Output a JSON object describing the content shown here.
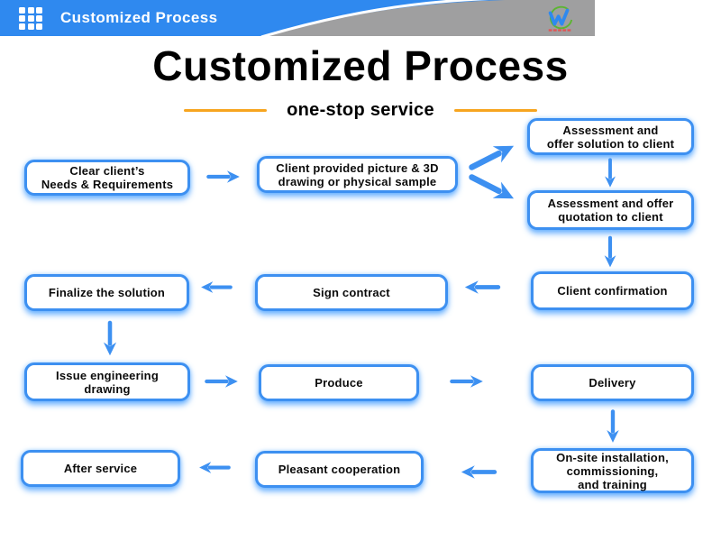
{
  "header": {
    "title": "Customized Process",
    "grid_icon": "grid-icon",
    "logo_icon": "company-logo"
  },
  "main": {
    "title": "Customized Process",
    "subtitle": "one-stop service"
  },
  "colors": {
    "header_blue": "#2f89ef",
    "header_gray": "#9f9fa0",
    "accent_blue": "#3d90f1",
    "divider_orange": "#f7a51f",
    "text_black": "#0b0b0b"
  },
  "flow": {
    "nodes": [
      {
        "id": "clear-needs",
        "label": "Clear client’s\nNeeds & Requirements"
      },
      {
        "id": "client-provided",
        "label": "Client provided picture & 3D\ndrawing or physical sample"
      },
      {
        "id": "assessment-solution",
        "label": "Assessment and\noffer solution to client"
      },
      {
        "id": "assessment-quotation",
        "label": "Assessment and offer\nquotation to client"
      },
      {
        "id": "client-confirmation",
        "label": "Client confirmation"
      },
      {
        "id": "sign-contract",
        "label": "Sign contract"
      },
      {
        "id": "finalize-solution",
        "label": "Finalize the solution"
      },
      {
        "id": "issue-drawing",
        "label": "Issue engineering\ndrawing"
      },
      {
        "id": "produce",
        "label": "Produce"
      },
      {
        "id": "delivery",
        "label": "Delivery"
      },
      {
        "id": "onsite-installation",
        "label": "On-site installation,\ncommissioning,\nand training"
      },
      {
        "id": "pleasant-cooperation",
        "label": "Pleasant cooperation"
      },
      {
        "id": "after-service",
        "label": "After service"
      }
    ],
    "connections": [
      {
        "from": "clear-needs",
        "to": "client-provided",
        "direction": "right"
      },
      {
        "from": "client-provided",
        "to": "assessment-solution",
        "direction": "up-right"
      },
      {
        "from": "client-provided",
        "to": "assessment-quotation",
        "direction": "down-right"
      },
      {
        "from": "assessment-solution",
        "to": "assessment-quotation",
        "direction": "down"
      },
      {
        "from": "assessment-quotation",
        "to": "client-confirmation",
        "direction": "down"
      },
      {
        "from": "client-confirmation",
        "to": "sign-contract",
        "direction": "left"
      },
      {
        "from": "sign-contract",
        "to": "finalize-solution",
        "direction": "left"
      },
      {
        "from": "finalize-solution",
        "to": "issue-drawing",
        "direction": "down"
      },
      {
        "from": "issue-drawing",
        "to": "produce",
        "direction": "right"
      },
      {
        "from": "produce",
        "to": "delivery",
        "direction": "right"
      },
      {
        "from": "delivery",
        "to": "onsite-installation",
        "direction": "down"
      },
      {
        "from": "onsite-installation",
        "to": "pleasant-cooperation",
        "direction": "left"
      },
      {
        "from": "pleasant-cooperation",
        "to": "after-service",
        "direction": "left"
      }
    ]
  }
}
